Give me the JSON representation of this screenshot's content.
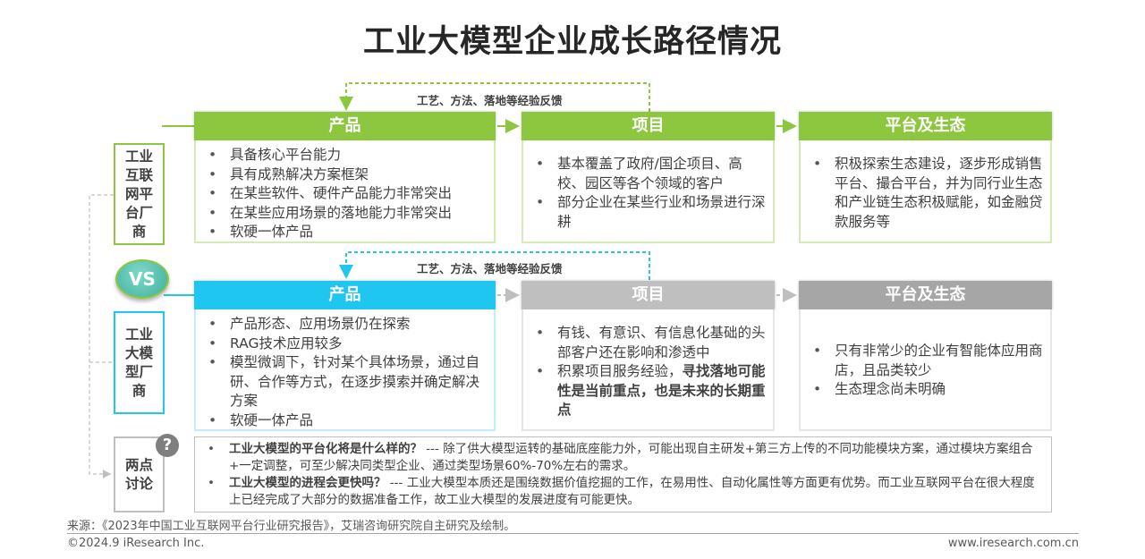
{
  "title": "工业大模型企业成长路径情况",
  "feedback_label": "工艺、方法、落地等经验反馈",
  "vs": "VS",
  "row1": {
    "side_label": "工业互联网平台厂商",
    "product": {
      "title": "产品",
      "items": [
        "具备核心平台能力",
        "具有成熟解决方案框架",
        "在某些软件、硬件产品能力非常突出",
        "在某些应用场景的落地能力非常突出",
        "软硬一体产品"
      ]
    },
    "project": {
      "title": "项目",
      "items": [
        "基本覆盖了政府/国企项目、高校、园区等各个领域的客户",
        "部分企业在某些行业和场景进行深耕"
      ]
    },
    "platform": {
      "title": "平台及生态",
      "items": [
        "积极探索生态建设，逐步形成销售平台、撮合平台，并为同行业生态和产业链生态积极赋能，如金融贷款服务等"
      ]
    }
  },
  "row2": {
    "side_label": "工业大模型厂商",
    "product": {
      "title": "产品",
      "items": [
        "产品形态、应用场景仍在探索",
        "RAG技术应用较多",
        "模型微调下，针对某个具体场景，通过自研、合作等方式，在逐步摸索并确定解决方案",
        "软硬一体产品"
      ]
    },
    "project": {
      "title": "项目",
      "items": [
        "有钱、有意识、有信息化基础的头部客户还在影响和渗透中"
      ],
      "item2_normal": "积累项目服务经验，",
      "item2_bold": "寻找落地可能性是当前重点，也是未来的长期重点"
    },
    "platform": {
      "title": "平台及生态",
      "items": [
        "只有非常少的企业有智能体应用商店，且品类较少",
        "生态理念尚未明确"
      ]
    }
  },
  "discussion": {
    "side_label": "两点讨论",
    "icon": "question-icon",
    "items": [
      {
        "q": "工业大模型的平台化将是什么样的？",
        "a": " --- 除了供大模型运转的基础底座能力外，可能出现自主研发+第三方上传的不同功能模块方案，通过模块方案组合+一定调整，可至少解决同类型企业、通过类型场景60%-70%左右的需求。"
      },
      {
        "q": "工业大模型的进程会更快吗？",
        "a": " --- 工业大模型本质还是围绕数据价值挖掘的工作，在易用性、自动化属性等方面更有优势。而工业互联网平台在很大程度上已经完成了大部分的数据准备工作，故工业大模型的发展进度有可能更快。"
      }
    ]
  },
  "source": "来源：《2023年中国工业互联网平台行业研究报告》，艾瑞咨询研究院自主研究及绘制。",
  "copyright": "©2024.9 iResearch Inc.",
  "website": "www.iresearch.com.cn",
  "colors": {
    "green": "#8dc63f",
    "blue": "#1fc6f0",
    "gray1": "#bfbfbf",
    "gray2": "#a6a6a6"
  }
}
